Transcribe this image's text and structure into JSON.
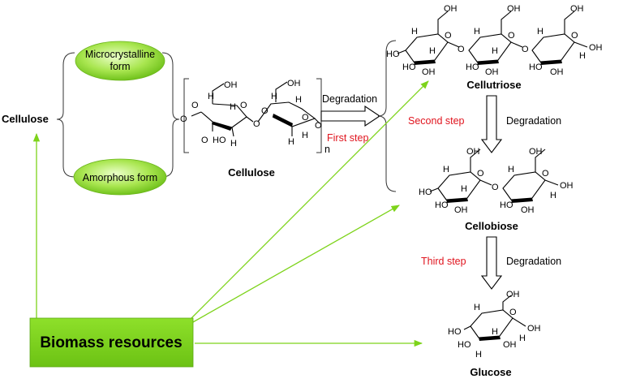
{
  "left": {
    "cellulose_label": "Cellulose",
    "forms": [
      {
        "label_line1": "Microcrystalline",
        "label_line2": "form"
      },
      {
        "label_line1": "Amorphous form",
        "label_line2": ""
      }
    ]
  },
  "polymer": {
    "name": "Cellulose",
    "repeat_subscript": "n"
  },
  "products": [
    {
      "name": "Cellutriose"
    },
    {
      "name": "Cellobiose"
    },
    {
      "name": "Glucose"
    }
  ],
  "steps": [
    {
      "step": "First step",
      "action": "Degradation"
    },
    {
      "step": "Second step",
      "action": "Degradation"
    },
    {
      "step": "Third step",
      "action": "Degradation"
    }
  ],
  "source": {
    "label": "Biomass resources"
  },
  "atoms": {
    "O": "O",
    "H": "H",
    "OH": "OH",
    "HO": "HO"
  },
  "colors": {
    "green_fill": "#7dd31a",
    "arrow_green": "#7dd31a",
    "step_red": "#e0141e"
  }
}
